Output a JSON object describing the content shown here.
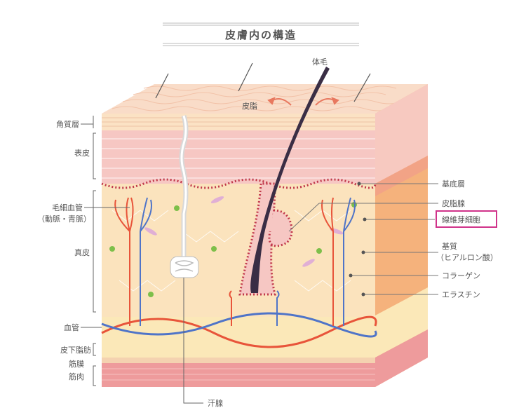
{
  "title": "皮膚内の構造",
  "left_labels": {
    "keratin": "角質層",
    "epidermis": "表皮",
    "capillary": "毛細血管",
    "capillary_sub": "（動脈・青脈）",
    "dermis": "真皮",
    "blood_vessel": "血管",
    "subcutaneous_fat": "皮下脂肪",
    "fascia": "筋膜",
    "muscle": "筋肉"
  },
  "right_labels": {
    "basal_layer": "基底層",
    "sebaceous_gland": "皮脂腺",
    "fibroblast": "線維芽細胞",
    "ground_substance": "基質",
    "ground_substance_sub": "（ヒアルロン酸）",
    "collagen": "コラーゲン",
    "elastin": "エラスチン"
  },
  "top_labels": {
    "body_hair": "体毛",
    "sebum": "皮脂"
  },
  "bottom_labels": {
    "sweat_gland": "汗腺"
  },
  "colors": {
    "skin_surface": "#f9dcc8",
    "epidermis": "#f6c7c3",
    "dermis": "#fbe3bd",
    "side_dermis": "#f5b27c",
    "fat": "#fbe8b8",
    "muscle": "#ee9b9c",
    "artery": "#e8543a",
    "vein": "#4f74c8",
    "hair": "#3a2e45",
    "highlight_box": "#d0338a"
  }
}
